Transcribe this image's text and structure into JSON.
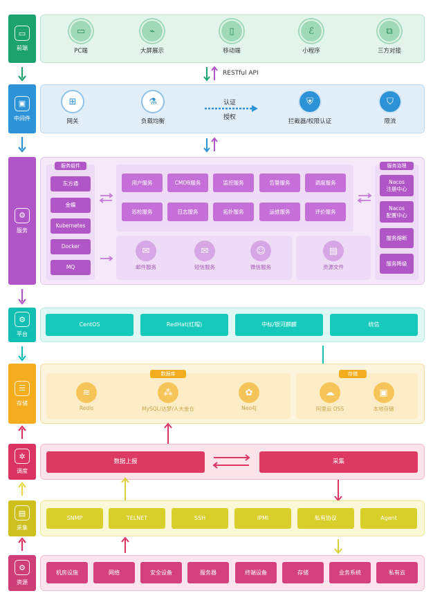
{
  "layers": {
    "frontend": {
      "label": "前端",
      "icon": "▭",
      "color": "#1fa36e"
    },
    "middleware": {
      "label": "中间件",
      "icon": "▣",
      "color": "#2e93d6"
    },
    "service": {
      "label": "服务",
      "icon": "⚙",
      "color": "#b156c6"
    },
    "platform": {
      "label": "平台",
      "icon": "⚙",
      "color": "#13bfb3"
    },
    "storage": {
      "label": "存储",
      "icon": "☰",
      "color": "#f3ad1f"
    },
    "schedule": {
      "label": "调度",
      "icon": "✲",
      "color": "#db3462"
    },
    "collect": {
      "label": "采集",
      "icon": "▤",
      "color": "#cdbf1e"
    },
    "resource": {
      "label": "资源",
      "icon": "⚙",
      "color": "#cf3f77"
    }
  },
  "frontend": {
    "items": [
      "PC端",
      "大屏展示",
      "移动端",
      "小程序",
      "三方对接"
    ]
  },
  "api_label": "RESTful API",
  "middleware": {
    "items": [
      "网关",
      "负载均衡",
      "拦截器/权限认证",
      "限流"
    ],
    "auth": "认证",
    "authorize": "授权"
  },
  "service": {
    "components_title": "服务组件",
    "components": [
      "东方通",
      "金蝶",
      "Kubernetes",
      "Docker",
      "MQ"
    ],
    "core": [
      "用户服务",
      "CMDB服务",
      "监控服务",
      "告警服务",
      "调度服务",
      "巡检服务",
      "日志服务",
      "拓扑服务",
      "运维服务",
      "评价服务"
    ],
    "notify": [
      "邮件服务",
      "短信服务",
      "微信服务"
    ],
    "resource_file": "资源文件",
    "governance_title": "服务治理",
    "governance": [
      "Nacos\n注册中心",
      "Nacos\n配置中心",
      "服务熔断",
      "服务降级"
    ]
  },
  "platform": {
    "items": [
      "CentOS",
      "RedHat(红帽)",
      "中标/银河麒麟",
      "统信"
    ]
  },
  "storage": {
    "db_title": "数据库",
    "dbs": [
      "Redis",
      "MySQL/达梦/人大金仓",
      "Neo4J"
    ],
    "store_title": "存储",
    "stores": [
      "阿里云 OSS",
      "本地存储"
    ]
  },
  "schedule": {
    "report": "数据上报",
    "collect": "采集"
  },
  "collect": {
    "items": [
      "SNMP",
      "TELNET",
      "SSH",
      "IPMI",
      "私有协议",
      "Agent"
    ]
  },
  "resource": {
    "items": [
      "机房设施",
      "网络",
      "安全设备",
      "服务器",
      "终端设备",
      "存储",
      "业务系统",
      "私有云"
    ]
  }
}
